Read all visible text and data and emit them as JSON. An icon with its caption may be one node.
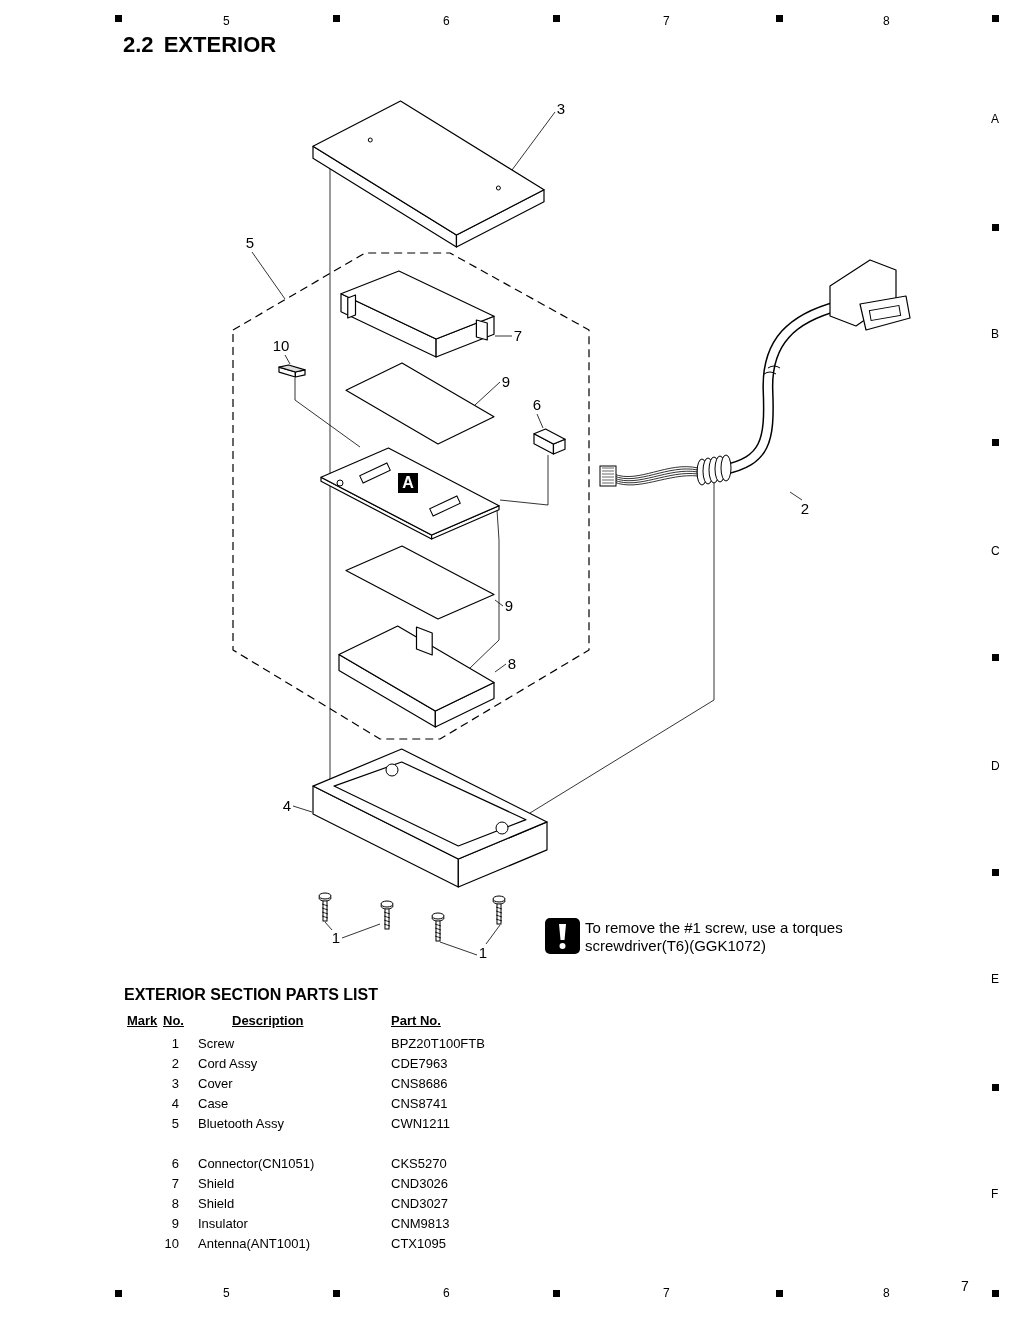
{
  "diagram": {
    "title": "2.2 EXTERIOR",
    "nodes": [
      {
        "text": [
          "3"
        ]
      },
      {
        "text": [],
        "shape": "picture"
      },
      {
        "text": [
          "5"
        ]
      },
      {
        "text": [],
        "shape": "hexagon"
      },
      {
        "text": [
          "7"
        ],
        "in": 3
      },
      {
        "text": [],
        "shape": "picture",
        "in": 3
      },
      {
        "text": [
          "10"
        ],
        "in": 3
      },
      {
        "text": [],
        "shape": "picture",
        "in": 3
      },
      {
        "text": [
          "9"
        ],
        "in": 3
      },
      {
        "text": [],
        "shape": "picture",
        "in": 3
      },
      {
        "text": [
          "6"
        ],
        "in": 3
      },
      {
        "text": [],
        "shape": "picture",
        "in": 3
      },
      {
        "text": [
          "2"
        ]
      },
      {
        "text": [],
        "shape": "picture"
      },
      {
        "text": [],
        "shape": "picture",
        "in": 3
      },
      {
        "text": [
          "9"
        ],
        "in": 3
      },
      {
        "text": [],
        "shape": "picture",
        "in": 3
      },
      {
        "text": [
          "8"
        ],
        "in": 3
      },
      {
        "text": [],
        "shape": "picture",
        "in": 3
      },
      {
        "text": [
          "4"
        ]
      },
      {
        "text": [],
        "shape": "picture"
      },
      {
        "text": [
          "1"
        ]
      },
      {
        "text": [],
        "shape": "picture"
      },
      {
        "text": [],
        "shape": "picture"
      },
      {
        "text": [
          "1"
        ]
      },
      {
        "text": [],
        "shape": "picture"
      },
      {
        "text": [],
        "shape": "picture"
      }
    ],
    "edges": [
      {
        "from": 0,
        "to": 1,
        "arrow": "none"
      },
      {
        "from": 2,
        "to": 3,
        "arrow": "none"
      },
      {
        "from": 4,
        "to": 5,
        "arrow": "none"
      },
      {
        "from": 6,
        "to": 7,
        "arrow": "none"
      },
      {
        "from": 8,
        "to": 9,
        "arrow": "none"
      },
      {
        "from": 10,
        "to": 11,
        "arrow": "none"
      },
      {
        "from": 12,
        "to": 13,
        "arrow": "none"
      },
      {
        "from": 15,
        "to": 16,
        "arrow": "none"
      },
      {
        "from": 17,
        "to": 18,
        "arrow": "none"
      },
      {
        "from": 19,
        "to": 20,
        "arrow": "none"
      },
      {
        "from": 21,
        "to": 22,
        "arrow": "none"
      },
      {
        "from": 21,
        "to": 23,
        "arrow": "none"
      },
      {
        "from": 24,
        "to": 25,
        "arrow": "none"
      },
      {
        "from": 24,
        "to": 26,
        "arrow": "none"
      },
      {
        "from": 1,
        "to": 20,
        "arrow": "none"
      },
      {
        "from": 7,
        "to": 14,
        "arrow": "none"
      },
      {
        "from": 11,
        "to": 14,
        "arrow": "none"
      },
      {
        "from": 18,
        "to": 14,
        "arrow": "none"
      },
      {
        "from": 13,
        "to": 20,
        "arrow": "none"
      }
    ],
    "labels": [
      "5",
      "6",
      "7",
      "8",
      "A",
      "To remove the #1 screw, use a torques screwdriver(T6)(GGK1072)",
      "A",
      "B",
      "C",
      "D",
      "E",
      "F",
      "EXTERIOR SECTION PARTS LIST",
      "Mark",
      "No.",
      "Description",
      "Part No.",
      "1",
      "Screw",
      "BPZ20T100FTB",
      "2",
      "Cord Assy",
      "CDE7963",
      "3",
      "Cover",
      "CNS8686",
      "4",
      "Case",
      "CNS8741",
      "5",
      "Bluetooth Assy",
      "CWN1211",
      "6",
      "Connector(CN1051)",
      "CKS5270",
      "7",
      "Shield",
      "CND3026",
      "8",
      "Shield",
      "CND3027",
      "9",
      "Insulator",
      "CNM9813",
      "10",
      "Antenna(ANT1001)",
      "CTX1095",
      "5",
      "6",
      "7",
      "8",
      "7"
    ]
  }
}
